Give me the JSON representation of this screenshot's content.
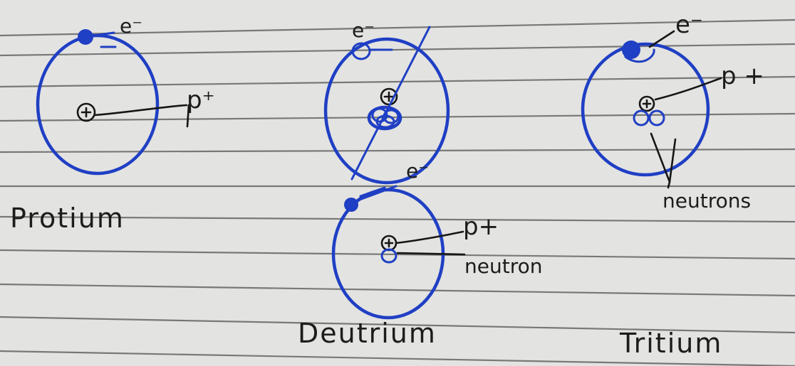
{
  "colors": {
    "paper": "#e3e3e1",
    "ruled_line": "#555555",
    "ink_blue": "#1f3fc4",
    "ink_black": "#161616"
  },
  "atoms": {
    "protium": {
      "name": "Protium",
      "electron_label": "e⁻",
      "proton_label": "p⁺"
    },
    "deuterium_crossed": {
      "electron_label": "e⁻"
    },
    "deuterium": {
      "name": "Deutrium",
      "electron_label": "e⁻",
      "proton_label": "p+",
      "neutron_label": "neutron"
    },
    "tritium": {
      "name": "Tritium",
      "electron_label": "e⁻",
      "proton_label": "p +",
      "neutrons_label": "neutrons"
    }
  }
}
